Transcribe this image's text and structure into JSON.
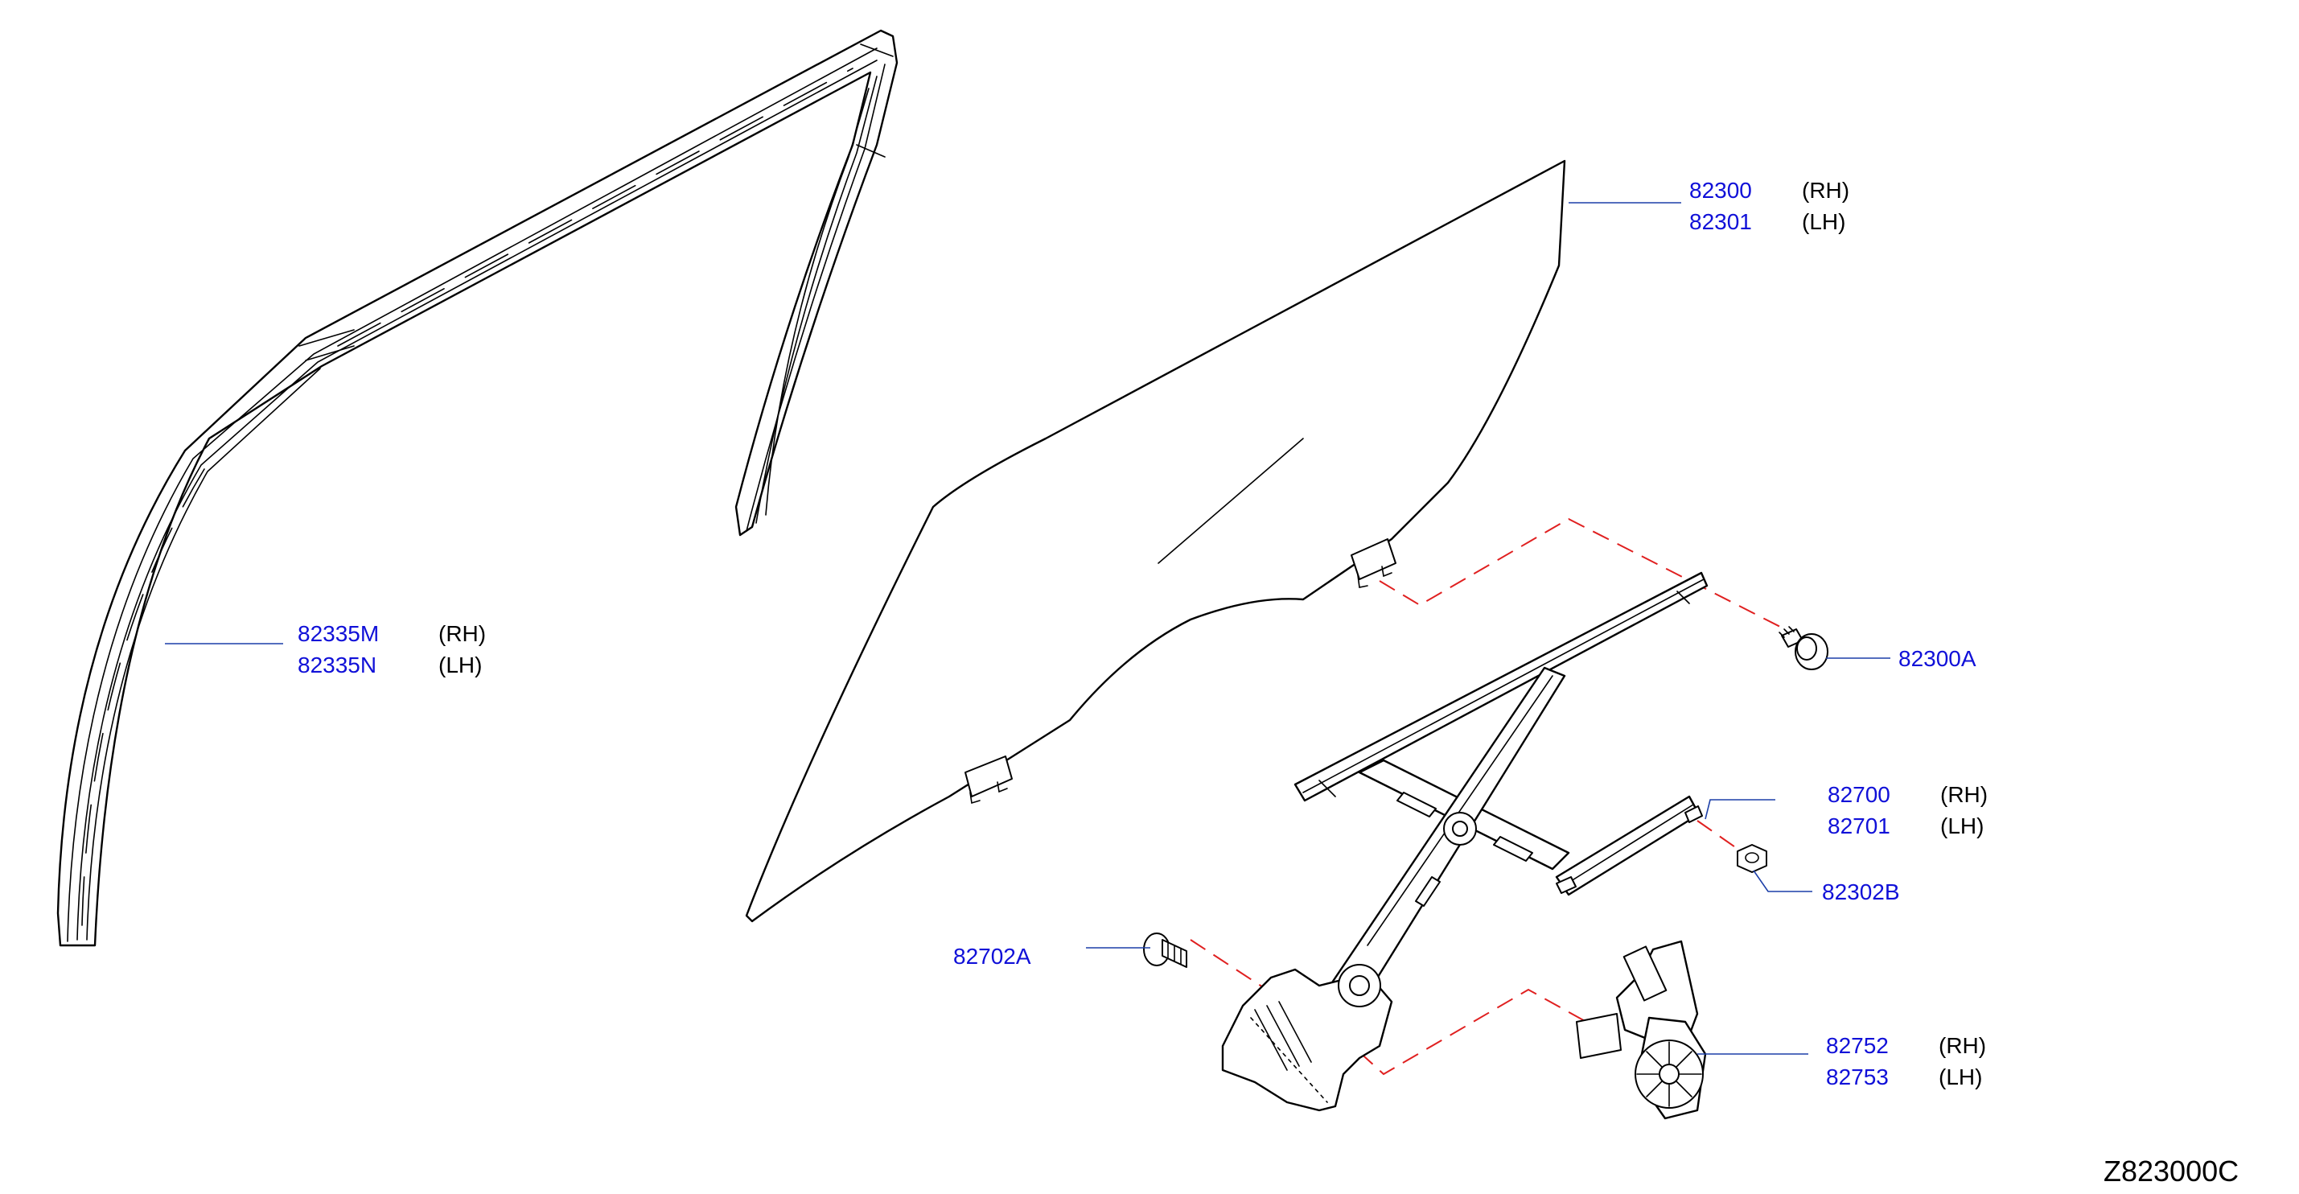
{
  "diagram_code": "Z823000C",
  "colors": {
    "part_number": "#1010d8",
    "leader": "#1c3fa8",
    "dashed": "#e02020"
  },
  "callouts": {
    "run_channel": {
      "rh": "82335M",
      "rh_label": "(RH)",
      "lh": "82335N",
      "lh_label": "(LH)"
    },
    "door_glass": {
      "rh": "82300",
      "rh_label": "(RH)",
      "lh": "82301",
      "lh_label": "(LH)"
    },
    "glass_bolt": {
      "part": "82300A"
    },
    "regulator": {
      "rh": "82700",
      "rh_label": "(RH)",
      "lh": "82701",
      "lh_label": "(LH)"
    },
    "nut": {
      "part": "82302B"
    },
    "regulator_bolt": {
      "part": "82702A"
    },
    "motor": {
      "rh": "82752",
      "rh_label": "(RH)",
      "lh": "82753",
      "lh_label": "(LH)"
    }
  }
}
